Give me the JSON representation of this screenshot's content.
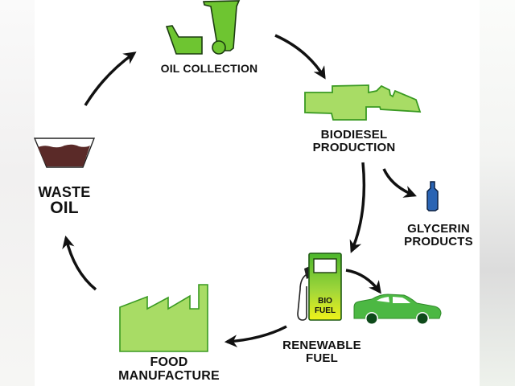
{
  "diagram": {
    "type": "cycle",
    "title": "",
    "nodes": [
      {
        "id": "oil-collection",
        "label_lines": [
          "OIL COLLECTION"
        ],
        "icon": "collection-bins-icon"
      },
      {
        "id": "biodiesel-production",
        "label_lines": [
          "BIODIESEL",
          "PRODUCTION"
        ],
        "icon": "refinery-plant-icon"
      },
      {
        "id": "glycerin-products",
        "label_lines": [
          "GLYCERIN",
          "PRODUCTS"
        ],
        "icon": "bottle-icon"
      },
      {
        "id": "renewable-fuel",
        "label_lines": [
          "RENEWABLE",
          "FUEL"
        ],
        "icon": "fuel-pump-icon"
      },
      {
        "id": "food-manufacture",
        "label_lines": [
          "FOOD",
          "MANUFACTURE"
        ],
        "icon": "factory-icon"
      },
      {
        "id": "waste-oil",
        "label_lines": [
          "WASTE",
          "OIL"
        ],
        "icon": "oil-bowl-icon"
      }
    ],
    "pump_label_lines": [
      "BIO",
      "FUEL"
    ],
    "car_icon": "car-icon",
    "edges": [
      {
        "from": "oil-collection",
        "to": "biodiesel-production"
      },
      {
        "from": "biodiesel-production",
        "to": "glycerin-products"
      },
      {
        "from": "biodiesel-production",
        "to": "renewable-fuel"
      },
      {
        "from": "renewable-fuel",
        "to": "car"
      },
      {
        "from": "renewable-fuel",
        "to": "food-manufacture"
      },
      {
        "from": "food-manufacture",
        "to": "waste-oil"
      },
      {
        "from": "waste-oil",
        "to": "oil-collection"
      }
    ],
    "colors": {
      "green_light": "#9bd84e",
      "green_outline": "#2f8a1e",
      "green_bin": "#6ec531",
      "car_green": "#4cb843",
      "car_wheel": "#0e4a1a",
      "oil_brown": "#5a2a28",
      "glycerin_blue": "#2a64b4",
      "arrow": "#111111"
    }
  }
}
